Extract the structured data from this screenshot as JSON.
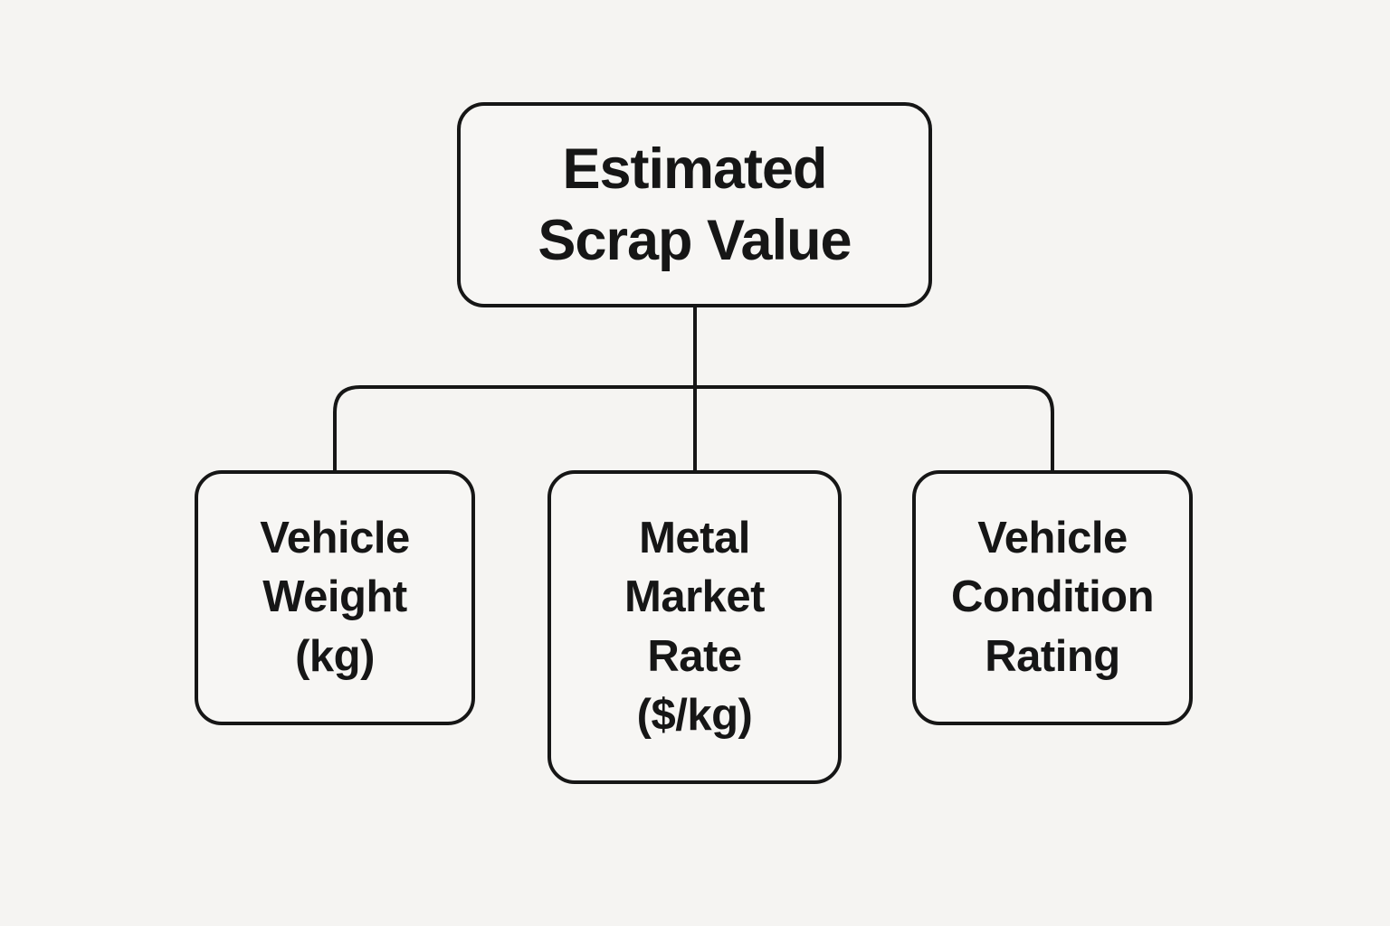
{
  "canvas": {
    "background": "#f5f4f2",
    "line_color": "#161616",
    "text_color": "#161616",
    "node_fill": "#f7f6f4"
  },
  "diagram": {
    "type": "tree",
    "root": {
      "label": "Estimated\nScrap Value"
    },
    "children": [
      {
        "label": "Vehicle\nWeight\n(kg)"
      },
      {
        "label": "Metal\nMarket\nRate\n($/kg)"
      },
      {
        "label": "Vehicle\nCondition\nRating"
      }
    ]
  }
}
